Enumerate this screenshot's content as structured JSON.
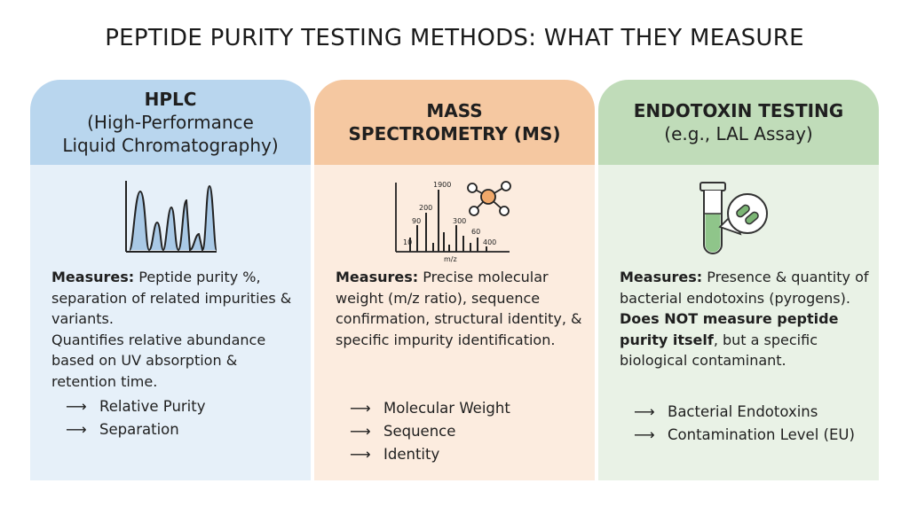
{
  "title": "PEPTIDE PURITY TESTING METHODS: WHAT THEY MEASURE",
  "columns": [
    {
      "head": [
        "HPLC",
        "(High-Performance",
        "Liquid Chromatography)"
      ],
      "measures_label": "Measures:",
      "measures_text": " Peptide purity %, separation of related impurities & variants.",
      "extra_text": "Quantifies relative abundance based on UV absorption & retention time.",
      "items": [
        "Relative Purity",
        "Separation"
      ],
      "illustration": "chromatogram-icon"
    },
    {
      "head": [
        "MASS",
        "SPECTROMETRY (MS)"
      ],
      "measures_label": "Measures:",
      "measures_text": " Precise molecular weight (m/z ratio), sequence confirmation, structural identity, & specific impurity identification.",
      "items": [
        "Molecular Weight",
        "Sequence",
        "Identity"
      ],
      "spectrum_labels": [
        "1900",
        "200",
        "90",
        "300",
        "60",
        "10",
        "400",
        "m/z"
      ],
      "illustration": "mass-spectrum-icon"
    },
    {
      "head": [
        "ENDOTOXIN TESTING",
        "(e.g., LAL Assay)"
      ],
      "measures_label": "Measures:",
      "measures_text": " Presence & quantity of bacterial endotoxins (pyrogens).",
      "extra_bold": "Does NOT measure peptide purity itself",
      "extra_text": ", but a specific biological contaminant.",
      "items": [
        "Bacterial Endotoxins",
        "Contamination Level (EU)"
      ],
      "illustration": "test-tube-bacteria-icon"
    }
  ],
  "arrow_glyph": "⟶",
  "colors": {
    "hplc_head": "#b9d6ee",
    "hplc_body": "#e6f0f9",
    "ms_head": "#f5c8a1",
    "ms_body": "#fcecdf",
    "endo_head": "#c0dcb9",
    "endo_body": "#e9f2e6"
  }
}
